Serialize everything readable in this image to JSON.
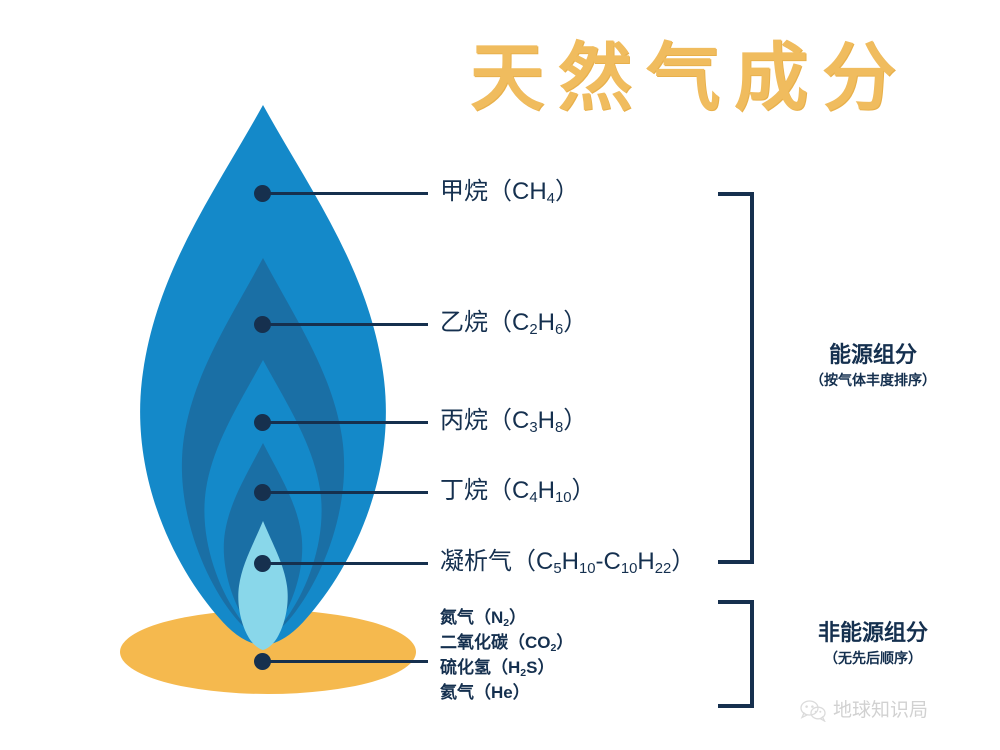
{
  "title": "天然气成分",
  "colors": {
    "title_gold": "#f0bc5e",
    "base_ellipse": "#f5b94e",
    "flame_outer": "#1489c9",
    "flame_layer2": "#1a6fa5",
    "flame_layer3": "#1489c9",
    "flame_layer4": "#1a6fa5",
    "flame_core": "#89d7ea",
    "line_navy": "#16304e"
  },
  "components": {
    "energy": [
      {
        "id": "methane",
        "name": "甲烷",
        "formula_open": "（",
        "formula": "CH4",
        "label": "甲烷（CH₄）",
        "parts": [
          {
            "t": "甲烷（CH"
          },
          {
            "sub": "4"
          },
          {
            "t": "）"
          }
        ]
      },
      {
        "id": "ethane",
        "name": "乙烷",
        "formula": "C2H6",
        "label": "乙烷（C₂H₆）",
        "parts": [
          {
            "t": "乙烷（C"
          },
          {
            "sub": "2"
          },
          {
            "t": "H"
          },
          {
            "sub": "6"
          },
          {
            "t": "）"
          }
        ]
      },
      {
        "id": "propane",
        "name": "丙烷",
        "formula": "C3H8",
        "label": "丙烷（C₃H₈）",
        "parts": [
          {
            "t": "丙烷（C"
          },
          {
            "sub": "3"
          },
          {
            "t": "H"
          },
          {
            "sub": "8"
          },
          {
            "t": "）"
          }
        ]
      },
      {
        "id": "butane",
        "name": "丁烷",
        "formula": "C4H10",
        "label": "丁烷（C₄H₁₀）",
        "parts": [
          {
            "t": "丁烷（C"
          },
          {
            "sub": "4"
          },
          {
            "t": "H"
          },
          {
            "sub": "10"
          },
          {
            "t": "）"
          }
        ]
      },
      {
        "id": "condensate",
        "name": "凝析气",
        "formula": "C5H10-C10H22",
        "label": "凝析气（C₅H₁₀-C₁₀H₂₂）",
        "parts": [
          {
            "t": "凝析气（C"
          },
          {
            "sub": "5"
          },
          {
            "t": "H"
          },
          {
            "sub": "10"
          },
          {
            "t": "-C"
          },
          {
            "sub": "10"
          },
          {
            "t": "H"
          },
          {
            "sub": "22"
          },
          {
            "t": "）"
          }
        ]
      }
    ],
    "non_energy": [
      {
        "id": "nitrogen",
        "name": "氮气",
        "formula": "N2",
        "label": "氮气（N₂）",
        "parts": [
          {
            "t": "氮气（N"
          },
          {
            "sub": "2"
          },
          {
            "t": "）"
          }
        ]
      },
      {
        "id": "carbon-dioxide",
        "name": "二氧化碳",
        "formula": "CO2",
        "label": "二氧化碳（CO₂）",
        "parts": [
          {
            "t": "二氧化碳（CO"
          },
          {
            "sub": "2"
          },
          {
            "t": "）"
          }
        ]
      },
      {
        "id": "hydrogen-sulfide",
        "name": "硫化氢",
        "formula": "H2S",
        "label": "硫化氢（H₂S）",
        "parts": [
          {
            "t": "硫化氢（H"
          },
          {
            "sub": "2"
          },
          {
            "t": "S）"
          }
        ]
      },
      {
        "id": "helium",
        "name": "氦气",
        "formula": "He",
        "label": "氦气（He）",
        "parts": [
          {
            "t": "氦气（He）"
          }
        ]
      }
    ]
  },
  "groups": [
    {
      "id": "energy",
      "title": "能源组分",
      "note": "（按气体丰度排序）"
    },
    {
      "id": "non-energy",
      "title": "非能源组分",
      "note": "（无先后顺序）"
    }
  ],
  "watermark": {
    "text": "地球知识局",
    "icon": "wechat-icon"
  }
}
